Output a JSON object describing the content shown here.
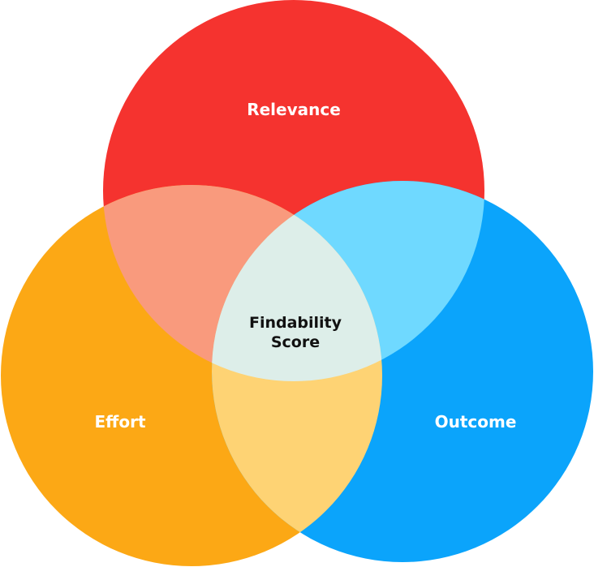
{
  "diagram": {
    "sets": [
      {
        "id": "relevance",
        "label": "Relevance",
        "color": "#f5332f"
      },
      {
        "id": "effort",
        "label": "Effort",
        "color": "#fca815"
      },
      {
        "id": "outcome",
        "label": "Outcome",
        "color": "#0ba4fb"
      }
    ],
    "overlaps": {
      "relevance_effort": "#f99a7d",
      "relevance_outcome": "#6fd9ff",
      "effort_outcome": "#fed374",
      "all": "#ddeee9"
    },
    "center_label": {
      "line1": "Findability",
      "line2": "Score"
    }
  }
}
